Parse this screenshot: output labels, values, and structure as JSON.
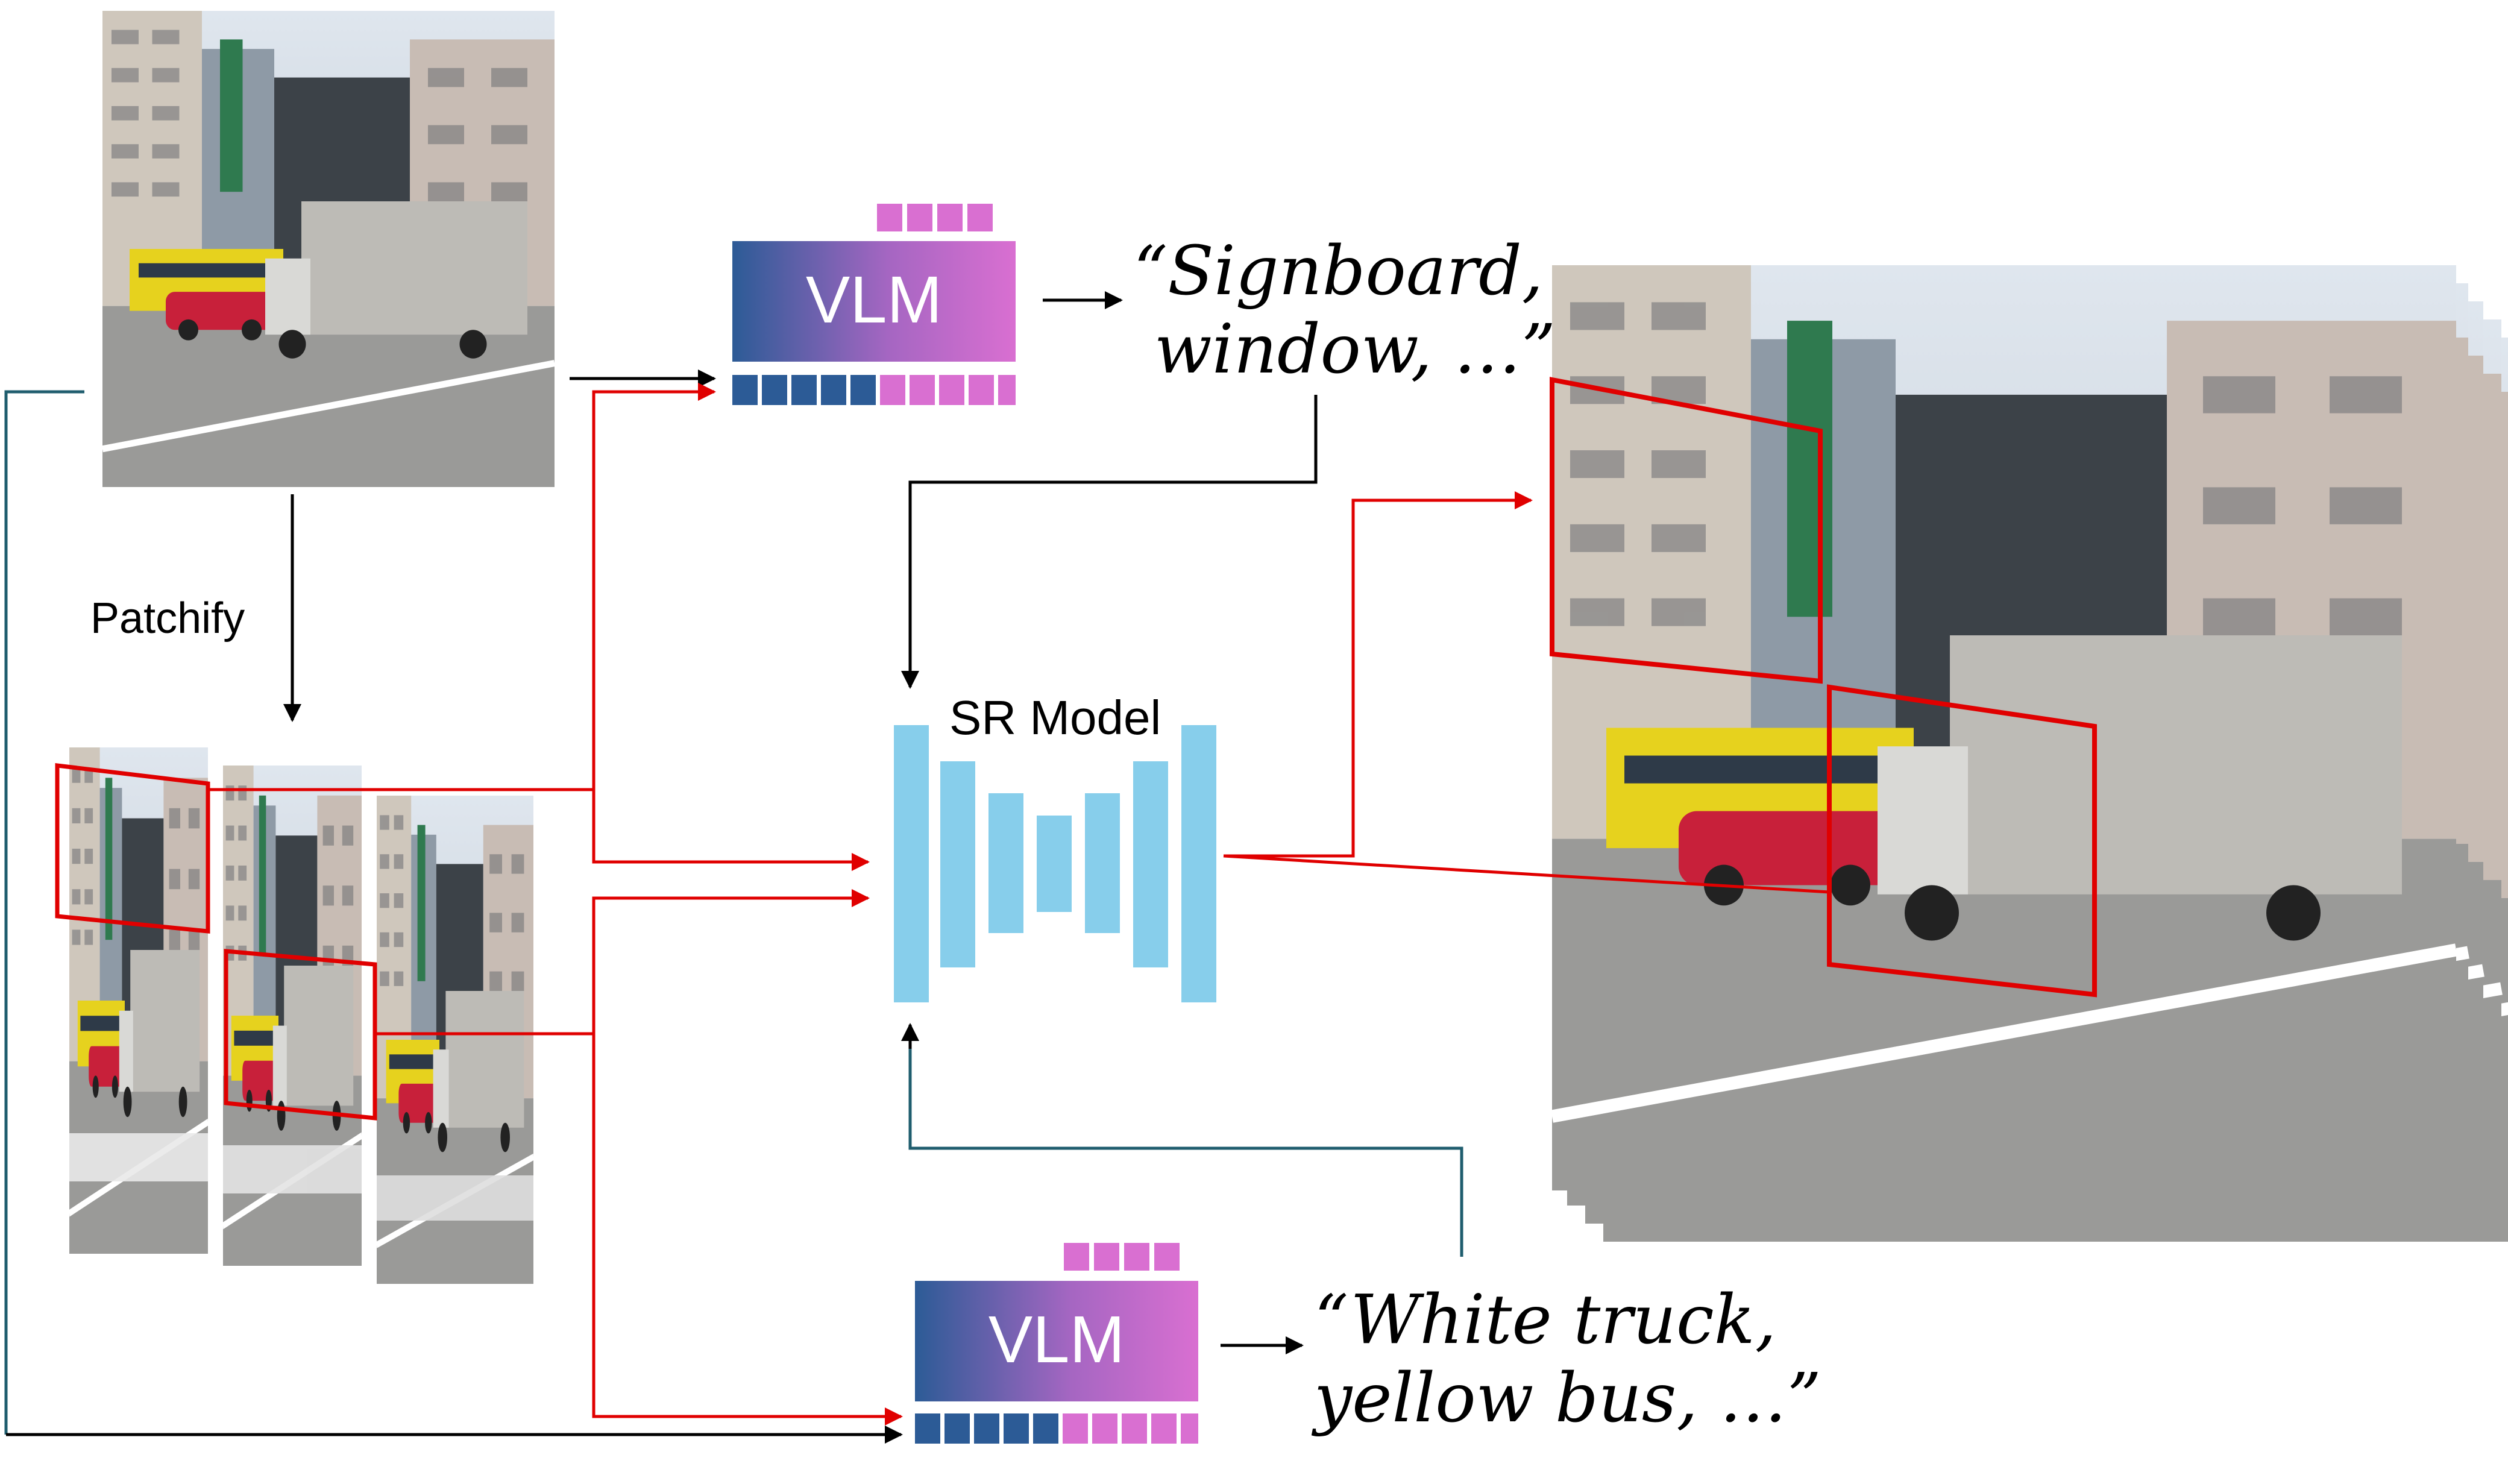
{
  "labels": {
    "patchify": "Patchify",
    "sr_model": "SR Model",
    "vlm_top": "VLM",
    "vlm_bottom": "VLM"
  },
  "captions": {
    "top_line1": "“Signboard,",
    "top_line2": "window, …”",
    "bottom_line1": "“White truck,",
    "bottom_line2": "yellow bus, …”"
  },
  "colors": {
    "vlm_gradient_start": "#2c5b96",
    "vlm_gradient_end": "#d96fd1",
    "token_blue": "#2c5b96",
    "token_pink": "#d96fd1",
    "sr_model": "#87ceeb",
    "arrow_black": "#000000",
    "arrow_red": "#e00000",
    "line_teal": "#1f5d6e",
    "highlight_box": "#e00000"
  },
  "icons": {
    "frame_stacks": "street-scene-video-frames",
    "patch_stacks": "street-scene-patch-frames",
    "output_stack": "super-resolved-street-frames"
  }
}
